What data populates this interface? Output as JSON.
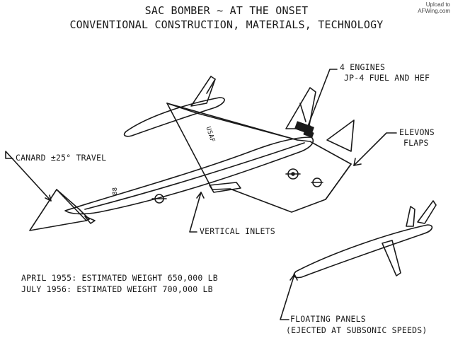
{
  "title_line1": "SAC BOMBER ~ AT THE ONSET",
  "title_line2": "CONVENTIONAL CONSTRUCTION, MATERIALS, TECHNOLOGY",
  "watermark": {
    "line1": "Upload to",
    "line2": "AFWing.com"
  },
  "labels": {
    "engines_line1": "4 ENGINES",
    "engines_line2": "JP-4 FUEL AND HEF",
    "elevons_line1": "ELEVONS",
    "elevons_line2": "FLAPS",
    "canard": "CANARD ±25° TRAVEL",
    "vertical_inlets": "VERTICAL INLETS",
    "floating_line1": "FLOATING PANELS",
    "floating_line2": "(EJECTED AT SUBSONIC SPEEDS)"
  },
  "weights": {
    "row1": "APRIL 1955:  ESTIMATED WEIGHT 650,000 LB",
    "row2": "JULY 1956:  ESTIMATED WEIGHT 700,000 LB"
  },
  "aircraft_markings": {
    "tail_code": "USAF",
    "nose_code": "88"
  },
  "colors": {
    "ink": "#1a1a1a",
    "paper": "#ffffff"
  }
}
